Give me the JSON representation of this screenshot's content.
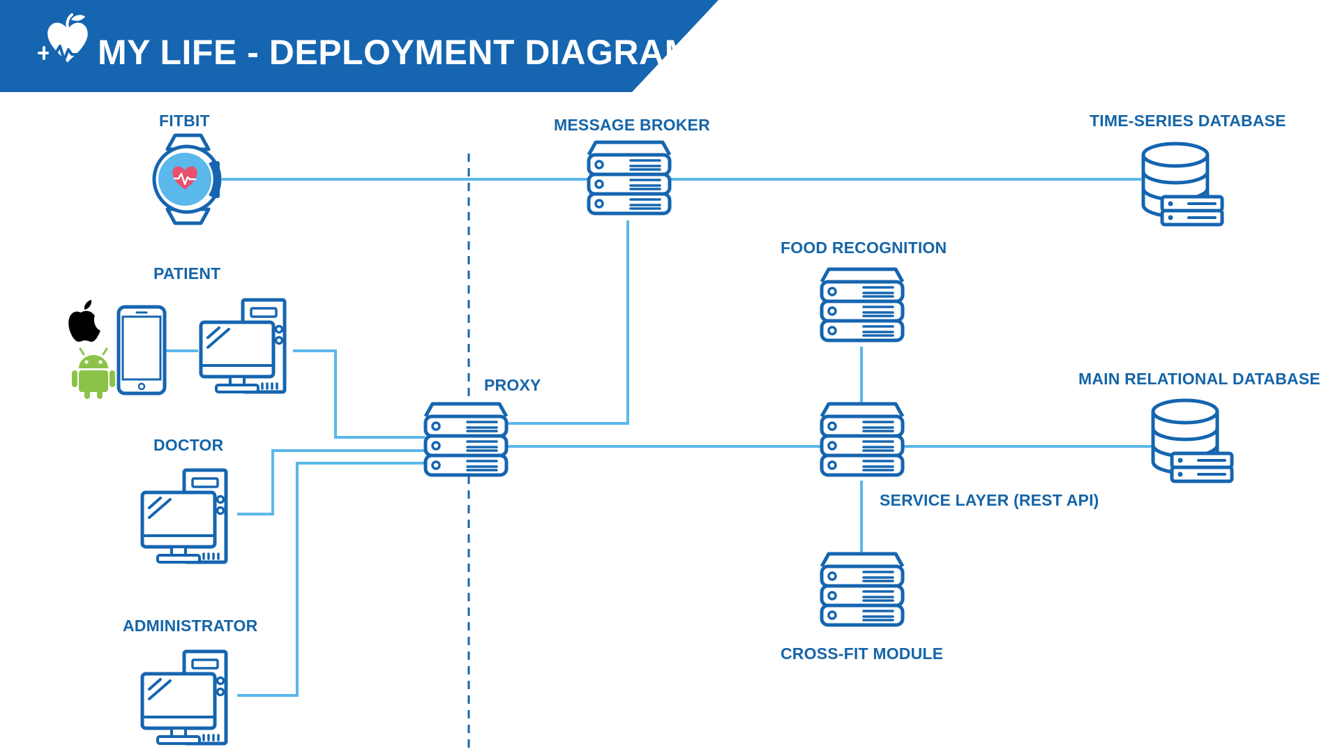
{
  "header": {
    "title": "MY LIFE - DEPLOYMENT DIAGRAM",
    "logo_icon": "heart-apple-pulse-icon",
    "banner_color": "#1565b0"
  },
  "colors": {
    "primary": "#1565b0",
    "connector": "#5bb8ea",
    "label": "#1565a8",
    "android": "#8bc34a",
    "heart": "#e8506e"
  },
  "nodes": {
    "fitbit": {
      "label": "FITBIT",
      "icon": "smartwatch-icon"
    },
    "patient": {
      "label": "PATIENT",
      "icons": [
        "apple-icon",
        "android-icon",
        "smartphone-icon",
        "desktop-computer-icon"
      ]
    },
    "doctor": {
      "label": "DOCTOR",
      "icon": "desktop-computer-icon"
    },
    "administrator": {
      "label": "ADMINISTRATOR",
      "icon": "desktop-computer-icon"
    },
    "proxy": {
      "label": "PROXY",
      "icon": "server-rack-icon"
    },
    "message_broker": {
      "label": "MESSAGE BROKER",
      "icon": "server-rack-icon"
    },
    "food_recognition": {
      "label": "FOOD RECOGNITION",
      "icon": "server-rack-icon"
    },
    "service_layer": {
      "label": "SERVICE LAYER (REST API)",
      "icon": "server-rack-icon"
    },
    "cross_fit_module": {
      "label": "CROSS-FIT MODULE",
      "icon": "server-rack-icon"
    },
    "time_series_database": {
      "label": "TIME-SERIES DATABASE",
      "icon": "database-server-icon"
    },
    "main_relational_database": {
      "label": "MAIN RELATIONAL DATABASE",
      "icon": "database-server-icon"
    }
  },
  "connections": [
    [
      "fitbit",
      "message_broker"
    ],
    [
      "message_broker",
      "time_series_database"
    ],
    [
      "message_broker",
      "proxy"
    ],
    [
      "patient",
      "proxy"
    ],
    [
      "doctor",
      "proxy"
    ],
    [
      "administrator",
      "proxy"
    ],
    [
      "proxy",
      "service_layer"
    ],
    [
      "service_layer",
      "main_relational_database"
    ],
    [
      "food_recognition",
      "service_layer"
    ],
    [
      "service_layer",
      "cross_fit_module"
    ]
  ]
}
